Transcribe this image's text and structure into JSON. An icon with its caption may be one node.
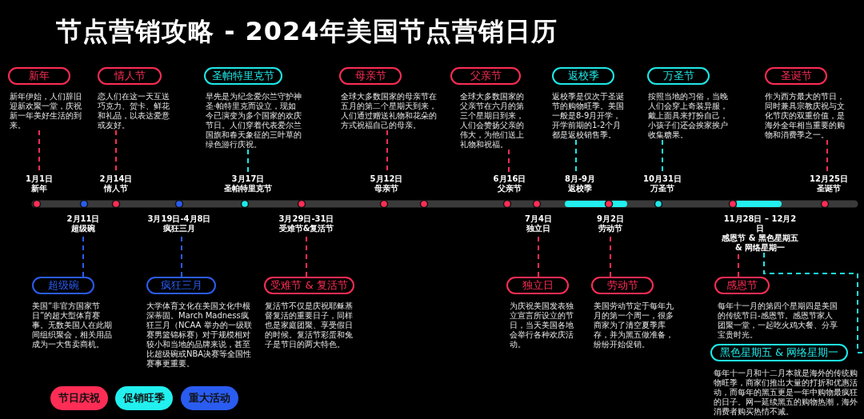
{
  "diagram": {
    "title": "节点营销攻略 - 2024年美国节点营销日历",
    "nodes": [
      {
        "text": [
          "新年",
          "新年伊始，人们辞旧迎新欢聚一堂，庆祝新一年美好生活的到来。"
        ]
      },
      {
        "text": [
          "情人节",
          "恋人们在这一天互送巧克力、贺卡、鲜花和礼品，以表达爱意或友好。"
        ]
      },
      {
        "text": [
          "圣帕特里克节",
          "早先是为纪念爱尔兰守护神圣·帕特里克而设立，现如今已演变为多个国家的欢庆节日。人们穿着代表爱尔兰国旗和春天象征的三叶草的绿色游行庆祝。"
        ]
      },
      {
        "text": [
          "母亲节",
          "全球大多数国家的母亲节在五月的第二个星期天到来，人们通过赠送礼物和花朵的方式祝福自己的母亲。"
        ]
      },
      {
        "text": [
          "父亲节",
          "全球大多数国家的父亲节在六月的第三个星期日到来，人们会赞扬父亲的伟大，为他们送上礼物和祝福。"
        ]
      },
      {
        "text": [
          "返校季",
          "返校季是仅次于圣诞节的购物旺季。美国一般是8-9月开学，开学前期的1-2个月都是返校销售季。"
        ]
      },
      {
        "text": [
          "万圣节",
          "按照当地的习俗，当晚人们会穿上奇装异服，戴上面具来打扮自己，小孩子们还会挨家挨户收集糖果。"
        ]
      },
      {
        "text": [
          "圣诞节",
          "作为西方最大的节日，同时兼具宗教庆祝与文化节庆的双重价值，是海外全年相当重要的购物和消费季之一。"
        ]
      },
      {
        "text": [
          "1月1日",
          "新年"
        ]
      },
      {
        "text": [
          "2月14日",
          "情人节"
        ]
      },
      {
        "text": [
          "3月17日",
          "圣帕特里克节"
        ]
      },
      {
        "text": [
          "5月12日",
          "母亲节"
        ]
      },
      {
        "text": [
          "6月16日",
          "父亲节"
        ]
      },
      {
        "text": [
          "8月-9月",
          "返校季"
        ]
      },
      {
        "text": [
          "10月31日",
          "万圣节"
        ]
      },
      {
        "text": [
          "12月25日",
          "圣诞节"
        ]
      },
      {
        "text": [
          "2月11日",
          "超级碗"
        ]
      },
      {
        "text": [
          "3月19日-4月8日",
          "疯狂三月"
        ]
      },
      {
        "text": [
          "3月29日-31日",
          "受难节&复活节"
        ]
      },
      {
        "text": [
          "7月4日",
          "独立日"
        ]
      },
      {
        "text": [
          "9月2日",
          "劳动节"
        ]
      },
      {
        "text": [
          "11月28日 – 12月2日",
          "感恩节 & 黑色星期五 & 网络星期一"
        ]
      },
      {
        "text": [
          "超级碗",
          "美国“非官方国家节日”的超大型体育赛事。无数美国人在此期间组织聚会，相关用品成为一大售卖商机。"
        ]
      },
      {
        "text": [
          "疯狂三月",
          "大学体育文化在美国文化中根深蒂固。March Madness疯狂三月（NCAA 举办的一级联赛男篮锦标赛）对于规模相对较小和当地的品牌来说，甚至比超级碗或NBA决赛等全国性赛事更重要。"
        ]
      },
      {
        "text": [
          "受难节 & 复活节",
          "复活节不仅是庆祝耶稣基督复活的重要日子，同样也是家庭团聚、享受假日的时候。复活节彩蛋和兔子是节日的两大特色。"
        ]
      },
      {
        "text": [
          "独立日",
          "为庆祝美国发表独立宣言所设立的节日，当天美国各地会举行各种欢庆活动。"
        ]
      },
      {
        "text": [
          "劳动节",
          "美国劳动节定于每年九月的第一个周一，很多商家为了清空夏季库存，并为黑五做准备，纷纷开始促销。"
        ]
      },
      {
        "text": [
          "感恩节",
          "每年十一月的第四个星期四是美国的传统节日-感恩节。感恩节家人团聚一堂，一起吃火鸡大餐、分享宝贵时光。"
        ]
      },
      {
        "text": [
          "黑色星期五 & 网络星期一",
          "每年十一月和十二月本就是海外的传统购物旺季，商家们推出大量的打折和优惠活动，而每年的黑五更是一年中购物最疯狂的日子。网一延续黑五的购物热潮，海外消费者购买热情不减。"
        ]
      }
    ],
    "edges": [
      {
        "from": 0,
        "to": 8,
        "arrow": "none",
        "style": "dashed"
      },
      {
        "from": 1,
        "to": 9,
        "arrow": "none",
        "style": "dashed"
      },
      {
        "from": 2,
        "to": 10,
        "arrow": "none",
        "style": "dashed",
        "color": "#1fe8e8"
      },
      {
        "from": 3,
        "to": 11,
        "arrow": "none",
        "style": "dashed"
      },
      {
        "from": 4,
        "to": 12,
        "arrow": "none",
        "style": "dashed"
      },
      {
        "from": 5,
        "to": 13,
        "arrow": "none",
        "style": "dashed",
        "color": "#1fe8e8"
      },
      {
        "from": 6,
        "to": 14,
        "arrow": "none",
        "style": "dashed",
        "color": "#1fe8e8"
      },
      {
        "from": 7,
        "to": 15,
        "arrow": "none",
        "style": "dashed"
      },
      {
        "from": 22,
        "to": 16,
        "arrow": "none",
        "style": "dashed",
        "color": "#2a5cf0"
      },
      {
        "from": 23,
        "to": 17,
        "arrow": "none",
        "style": "dashed",
        "color": "#2a5cf0"
      },
      {
        "from": 24,
        "to": 18,
        "arrow": "none",
        "style": "dashed"
      },
      {
        "from": 25,
        "to": 19,
        "arrow": "none",
        "style": "dashed"
      },
      {
        "from": 26,
        "to": 20,
        "arrow": "none",
        "style": "dashed"
      },
      {
        "from": 27,
        "to": 21,
        "arrow": "none",
        "style": "dashed"
      },
      {
        "from": 28,
        "to": 21,
        "arrow": "none",
        "style": "dashed",
        "color": "#1fe8e8"
      }
    ],
    "legend": [
      {
        "text": "节日庆祝",
        "color": "#ff2d55"
      },
      {
        "text": "促销旺季",
        "color": "#22f0ee"
      },
      {
        "text": "重大活动",
        "color": "#2a5cf0"
      }
    ]
  }
}
